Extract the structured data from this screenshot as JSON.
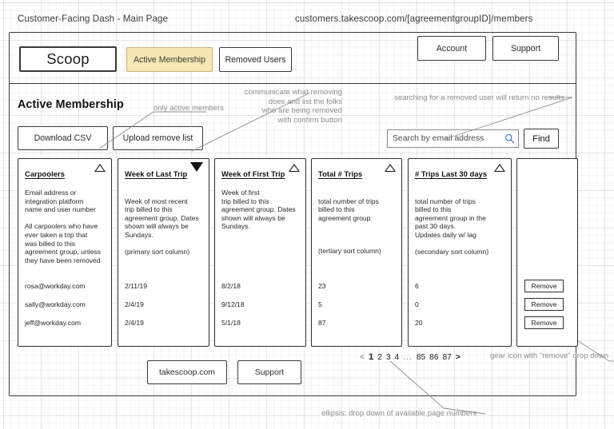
{
  "captions": {
    "left": "Customer-Facing Dash - Main Page",
    "right": "customers.takescoop.com/[agreementgroupID]/members"
  },
  "header": {
    "logo": "Scoop",
    "tabs": [
      {
        "label": "Active Membership",
        "active": true
      },
      {
        "label": "Removed Users",
        "active": false
      }
    ],
    "account_button": "Account",
    "support_button": "Support"
  },
  "main": {
    "page_title": "Active Membership",
    "download_button": "Download CSV",
    "upload_button": "Upload remove list",
    "search": {
      "placeholder": "Search by email address",
      "icon": "search-icon",
      "find_button": "Find"
    }
  },
  "annotations": [
    {
      "name": "only-active-members",
      "text": "only active members"
    },
    {
      "name": "upload-remove-list-note",
      "text": "communicate what removing\ndoes and list the folks\nwho are being removed\nwith confirm button"
    },
    {
      "name": "search-removed-user-note",
      "text": "searching for a removed user will return no results"
    },
    {
      "name": "gear-icon-note",
      "text": "gear icon with \"remove\" drop down"
    },
    {
      "name": "ellipsis-note",
      "text": "ellipsis: drop down of available page numbers"
    }
  ],
  "table": {
    "columns": [
      {
        "key": "carpoolers",
        "header": "Carpoolers",
        "sort_icon": "triangle-up-outline",
        "description": "Email address or\nintegration platform\nname and user number\n\nAll carpoolers who have\never taken a trip that\nwas billed to this\nagreement group, unless\nthey have been removed",
        "sort_note": ""
      },
      {
        "key": "week_of_last_trip",
        "header": "Week of Last Trip",
        "sort_icon": "triangle-down-filled",
        "description": "Week of most recent\ntrip billed to this\nagreement group. Dates\nshown will always be\nSundays.",
        "sort_note": "(primary sort column)"
      },
      {
        "key": "week_of_first_trip",
        "header": "Week of First Trip",
        "sort_icon": "triangle-up-outline",
        "description": "Week of first\ntrip billed to this\nagreement group. Dates\nshown will always be\nSundays.",
        "sort_note": ""
      },
      {
        "key": "total_trips",
        "header": "Total # Trips",
        "sort_icon": "triangle-up-outline",
        "description": "total number of trips\nbilled to this\nagreement group",
        "sort_note": "(tertiary sort column)"
      },
      {
        "key": "trips_last_30_days",
        "header": "# Trips Last 30 days",
        "sort_icon": "triangle-up-outline",
        "description": "total number of trips\nbilled to this\nagreement group in the\npast 30 days.\nUpdates daily w/ lag",
        "sort_note": "(secondary sort column)"
      },
      {
        "key": "actions",
        "header": "",
        "sort_icon": "",
        "description": "",
        "sort_note": ""
      }
    ],
    "rows": [
      {
        "carpoolers": "rosa@workday.com",
        "week_of_last_trip": "2/11/19",
        "week_of_first_trip": "8/2/18",
        "total_trips": "23",
        "trips_last_30_days": "6",
        "action": "Remove"
      },
      {
        "carpoolers": "sally@workday.com",
        "week_of_last_trip": "2/4/19",
        "week_of_first_trip": "9/12/18",
        "total_trips": "5",
        "trips_last_30_days": "0",
        "action": "Remove"
      },
      {
        "carpoolers": "jeff@workday.com",
        "week_of_last_trip": "2/4/19",
        "week_of_first_trip": "5/1/18",
        "total_trips": "87",
        "trips_last_30_days": "20",
        "action": "Remove"
      }
    ]
  },
  "pagination": {
    "prev": "<",
    "next": ">",
    "ellipsis": "...",
    "pages": [
      "1",
      "2",
      "3",
      "4"
    ],
    "tail_pages": [
      "85",
      "86",
      "87"
    ],
    "current": "1"
  },
  "footer": {
    "site_button": "takescoop.com",
    "support_button": "Support"
  },
  "colors": {
    "active_tab_fill": "#f7e7b4",
    "active_tab_border": "#cbb476",
    "stroke": "#2f2f2f",
    "annotation": "#8d8d8d",
    "search_icon": "#2f6fd0"
  }
}
